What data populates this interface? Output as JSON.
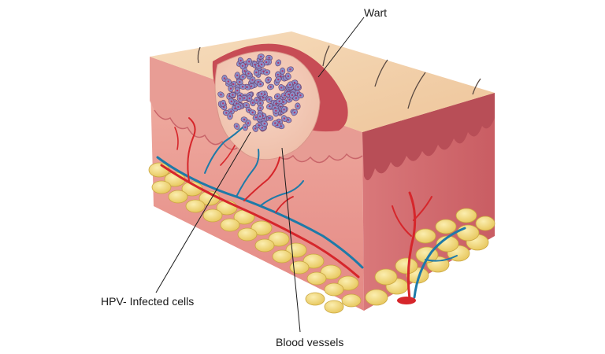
{
  "labels": {
    "wart": "Wart",
    "infected_cells": "HPV- Infected cells",
    "blood_vessels": "Blood vessels"
  },
  "colors": {
    "epidermis_top": "#f2cfa6",
    "dermis_front": "#e58d8a",
    "dermis_side": "#d26b6f",
    "fat": "#f2d77a",
    "artery": "#d6262b",
    "vein": "#1e7aa8",
    "wart": "#c2474f",
    "infected_cell": "#8a8fc8"
  }
}
